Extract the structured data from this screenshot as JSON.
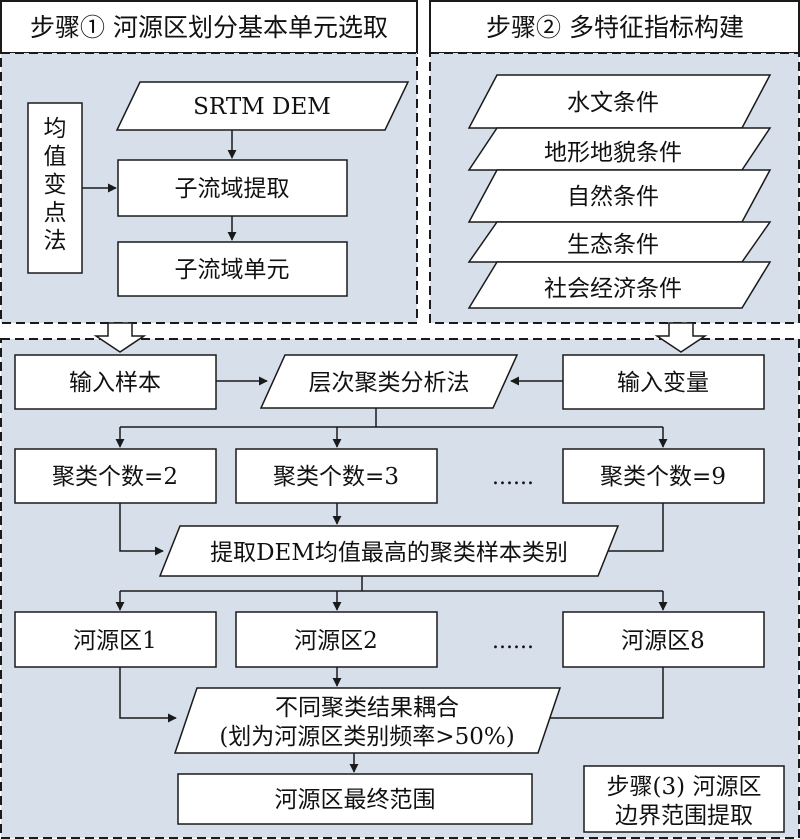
{
  "step1": {
    "title": "步骤① 河源区划分基本单元选取",
    "srtm": "SRTM DEM",
    "method_chars": [
      "均",
      "值",
      "变",
      "点",
      "法"
    ],
    "extract": "子流域提取",
    "unit": "子流域单元"
  },
  "step2": {
    "title": "步骤② 多特征指标构建",
    "layers": [
      "水文条件",
      "地形地貌条件",
      "自然条件",
      "生态条件",
      "社会经济条件"
    ]
  },
  "step3": {
    "input_samples": "输入样本",
    "hca": "层次聚类分析法",
    "input_vars": "输入变量",
    "k2": "聚类个数=2",
    "k3": "聚类个数=3",
    "k9": "聚类个数=9",
    "ellipsis": "......",
    "select": "提取DEM均值最高的聚类样本类别",
    "r1": "河源区1",
    "r2": "河源区2",
    "r8": "河源区8",
    "couple_line1": "不同聚类结果耦合",
    "couple_line2": "(划为河源区类别频率>50%)",
    "final": "河源区最终范围",
    "label_line1": "步骤(3) 河源区",
    "label_line2": "边界范围提取"
  },
  "colors": {
    "panel_fill": "#d6dfea",
    "stroke": "#1a1a1a",
    "box_fill": "#ffffff"
  }
}
